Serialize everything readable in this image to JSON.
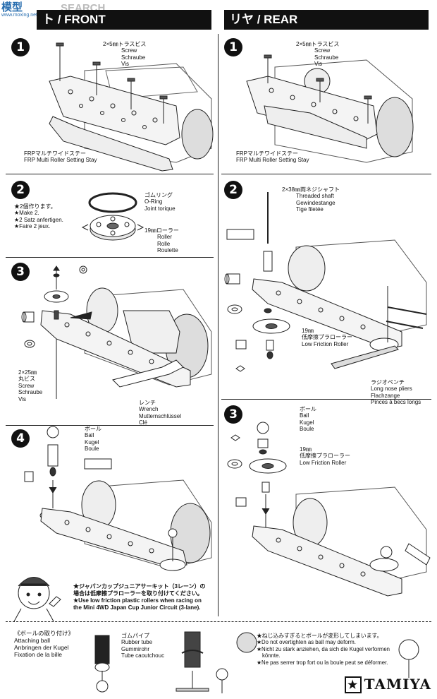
{
  "watermark": {
    "top": "模型",
    "bottom": "www.moxing.net",
    "search": "SEARCH"
  },
  "front_header": "ト / FRONT",
  "rear_header": "リヤ / REAR",
  "front": {
    "step1": {
      "num": "1",
      "screw": [
        "2×5㎜トラスビス",
        "Screw",
        "Schraube",
        "Vis"
      ],
      "stay": [
        "FRPマルチワイドステー",
        "FRP Multi Roller Setting Stay"
      ]
    },
    "step2": {
      "num": "2",
      "make": [
        "★2個作ります。",
        "★Make 2.",
        "★2 Satz anfertigen.",
        "★Faire 2 jeux."
      ],
      "oring": [
        "ゴムリング",
        "O-Ring",
        "Joint torique"
      ],
      "roller": [
        "19㎜ローラー",
        "Roller",
        "Rolle",
        "Roulette"
      ]
    },
    "step3": {
      "num": "3",
      "screw": [
        "2×25㎜",
        "丸ビス",
        "Screw",
        "Schraube",
        "Vis"
      ],
      "wrench": [
        "レンチ",
        "Wrench",
        "Mutternschlüssel",
        "Clé"
      ]
    },
    "step4": {
      "num": "4",
      "ball": [
        "ボール",
        "Ball",
        "Kugel",
        "Boule"
      ]
    },
    "japan_cup": [
      "★ジャパンカップジュニアサーキット（3レーン）の",
      "場合は低摩擦プラローラーを取り付けてください。",
      "★Use low friction plastic rollers when racing on",
      "the Mini 4WD Japan Cup Junior Circuit (3-lane)."
    ]
  },
  "rear": {
    "step1": {
      "num": "1",
      "screw": [
        "2×5㎜トラスビス",
        "Screw",
        "Schraube",
        "Vis"
      ],
      "stay": [
        "FRPマルチワイドステー",
        "FRP Multi Roller Setting Stay"
      ]
    },
    "step2": {
      "num": "2",
      "shaft": [
        "2×38㎜両ネジシャフト",
        "Threaded shaft",
        "Gewindestange",
        "Tige filetée"
      ],
      "roller": [
        "19㎜",
        "低摩擦プラローラー",
        "Low Friction Roller"
      ],
      "pliers": [
        "ラジオペンチ",
        "Long nose pliers",
        "Flachzange",
        "Pinces à becs longs"
      ]
    },
    "step3": {
      "num": "3",
      "ball": [
        "ボール",
        "Ball",
        "Kugel",
        "Boule"
      ],
      "roller": [
        "19㎜",
        "低摩擦プラローラー",
        "Low Friction Roller"
      ]
    }
  },
  "bottom": {
    "attaching": [
      "《ボールの取り付け》",
      "Attaching ball",
      "Anbringen der Kugel",
      "Fixation de la bille"
    ],
    "tube": [
      "ゴムパイプ",
      "Rubber tube",
      "Gummirohr",
      "Tube caoutchouc"
    ],
    "warning": [
      "★ねじ込みすぎるとボールが変形してしまいます。",
      "★Do not overtighten as ball may deform.",
      "★Nicht zu stark anziehen, da sich die Kugel verformen",
      "könnte.",
      "★Ne pas serrer trop fort ou la boule peut se déformer."
    ],
    "logo": "TAMIYA"
  }
}
